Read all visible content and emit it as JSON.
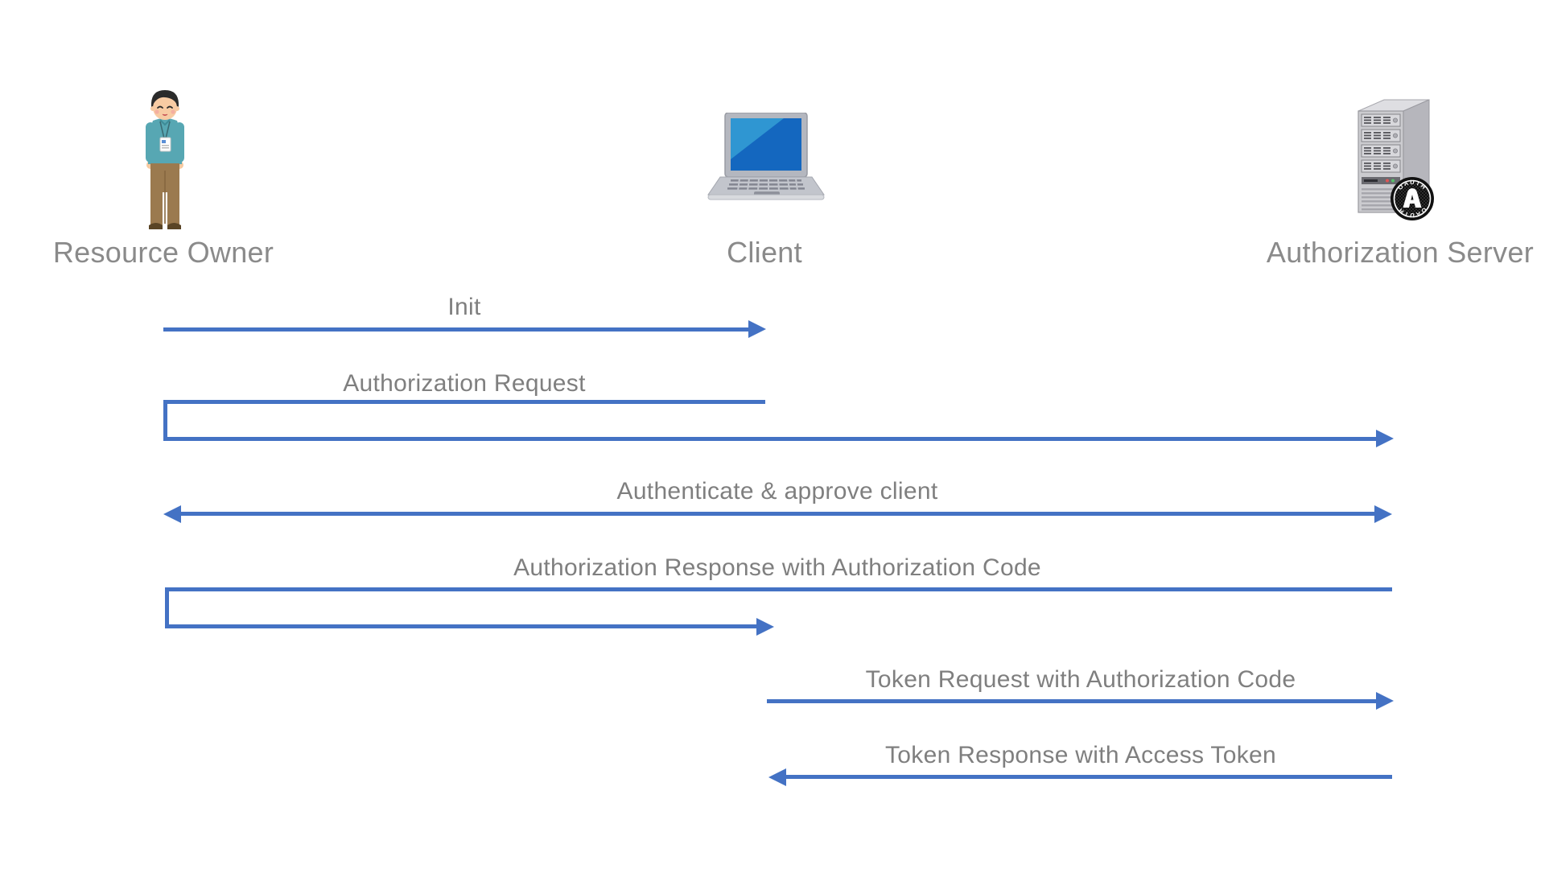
{
  "diagram_type": "sequence-diagram",
  "actors": [
    {
      "id": "resource-owner",
      "label": "Resource Owner",
      "icon": "person-illustration"
    },
    {
      "id": "client",
      "label": "Client",
      "icon": "laptop-illustration"
    },
    {
      "id": "authorization-server",
      "label": "Authorization Server",
      "icon": "server-illustration",
      "badge": {
        "top_text": "OAUTH",
        "bottom_text": "OAUTH",
        "center_letter": "A"
      }
    }
  ],
  "messages": [
    {
      "label": "Init",
      "from": "resource-owner",
      "to": "client",
      "shape": "straight-arrow-right"
    },
    {
      "label": "Authorization Request",
      "from": "client",
      "to": "authorization-server",
      "via": "resource-owner",
      "shape": "staple-arrow-right"
    },
    {
      "label": "Authenticate & approve client",
      "from": "resource-owner",
      "to": "authorization-server",
      "shape": "double-headed-arrow"
    },
    {
      "label": "Authorization Response with Authorization Code",
      "from": "authorization-server",
      "to": "client",
      "via": "resource-owner",
      "shape": "staple-arrow-right"
    },
    {
      "label": "Token Request with Authorization Code",
      "from": "client",
      "to": "authorization-server",
      "shape": "straight-arrow-right"
    },
    {
      "label": "Token Response with Access Token",
      "from": "authorization-server",
      "to": "client",
      "shape": "straight-arrow-left"
    }
  ],
  "colors": {
    "background": "#ffffff",
    "arrow": "#4472c4",
    "message_text": "#7f7f7f",
    "actor_text": "#8a8a8a",
    "laptop_screen": "#1467bf",
    "laptop_screen_highlight": "#2f96d2",
    "shirt_teal": "#57a7b3",
    "pants_brown": "#9b7a4f",
    "badge_black": "#111111"
  }
}
